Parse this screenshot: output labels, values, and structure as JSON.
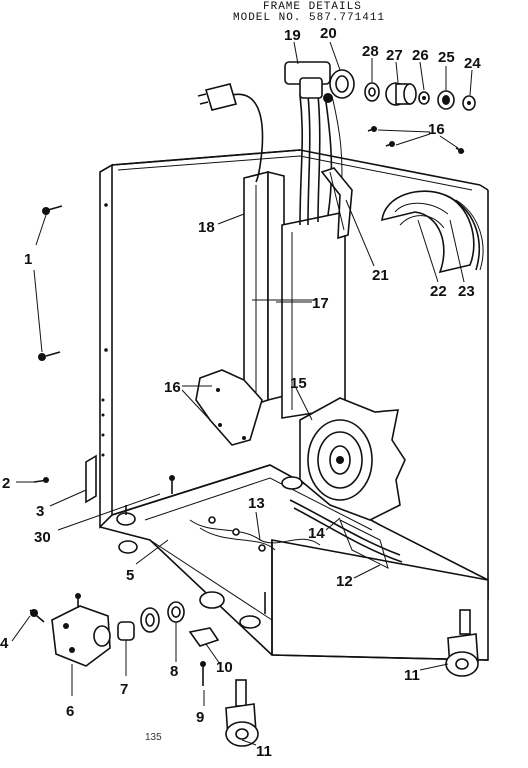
{
  "header": {
    "title": "FRAME DETAILS",
    "model": "MODEL NO.  587.771411"
  },
  "footer_code": "135",
  "callouts": {
    "c1": "1",
    "c2": "2",
    "c3": "3",
    "c4": "4",
    "c5": "5",
    "c6": "6",
    "c7": "7",
    "c8": "8",
    "c9": "9",
    "c10": "10",
    "c11a": "11",
    "c11b": "11",
    "c12": "12",
    "c13": "13",
    "c14": "14",
    "c15": "15",
    "c16a": "16",
    "c16b": "16",
    "c17": "17",
    "c18": "18",
    "c19": "19",
    "c20": "20",
    "c21": "21",
    "c22": "22",
    "c23": "23",
    "c24": "24",
    "c25": "25",
    "c26": "26",
    "c27": "27",
    "c28": "28",
    "c30": "30"
  }
}
